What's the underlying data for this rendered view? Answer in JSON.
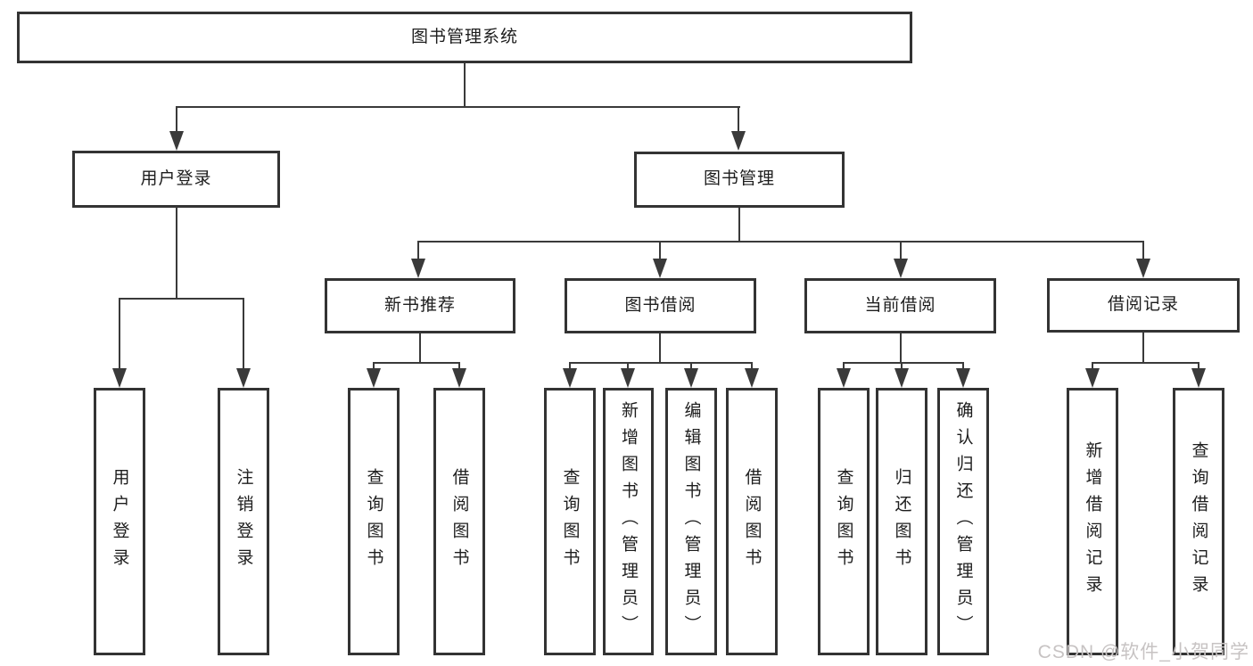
{
  "colors": {
    "line": "#3a3a3a",
    "box_border": "#333333",
    "box_background": "#ffffff",
    "text": "#1d1d1d",
    "watermark": "#c7c3c3",
    "page_background": "#ffffff"
  },
  "diagram": {
    "root": {
      "label": "图书管理系统"
    },
    "branches": [
      {
        "label": "用户登录",
        "children": [
          {
            "label": "用户登录"
          },
          {
            "label": "注销登录"
          }
        ]
      },
      {
        "label": "图书管理",
        "groups": [
          {
            "label": "新书推荐",
            "children": [
              {
                "label": "查询图书"
              },
              {
                "label": "借阅图书"
              }
            ]
          },
          {
            "label": "图书借阅",
            "children": [
              {
                "label": "查询图书"
              },
              {
                "label": "新增图书（管理员）"
              },
              {
                "label": "编辑图书（管理员）"
              },
              {
                "label": "借阅图书"
              }
            ]
          },
          {
            "label": "当前借阅",
            "children": [
              {
                "label": "查询图书"
              },
              {
                "label": "归还图书"
              },
              {
                "label": "确认归还（管理员）"
              }
            ]
          },
          {
            "label": "借阅记录",
            "children": [
              {
                "label": "新增借阅记录"
              },
              {
                "label": "查询借阅记录"
              }
            ]
          }
        ]
      }
    ]
  },
  "watermark": {
    "text": "CSDN @软件_小贺同学"
  }
}
